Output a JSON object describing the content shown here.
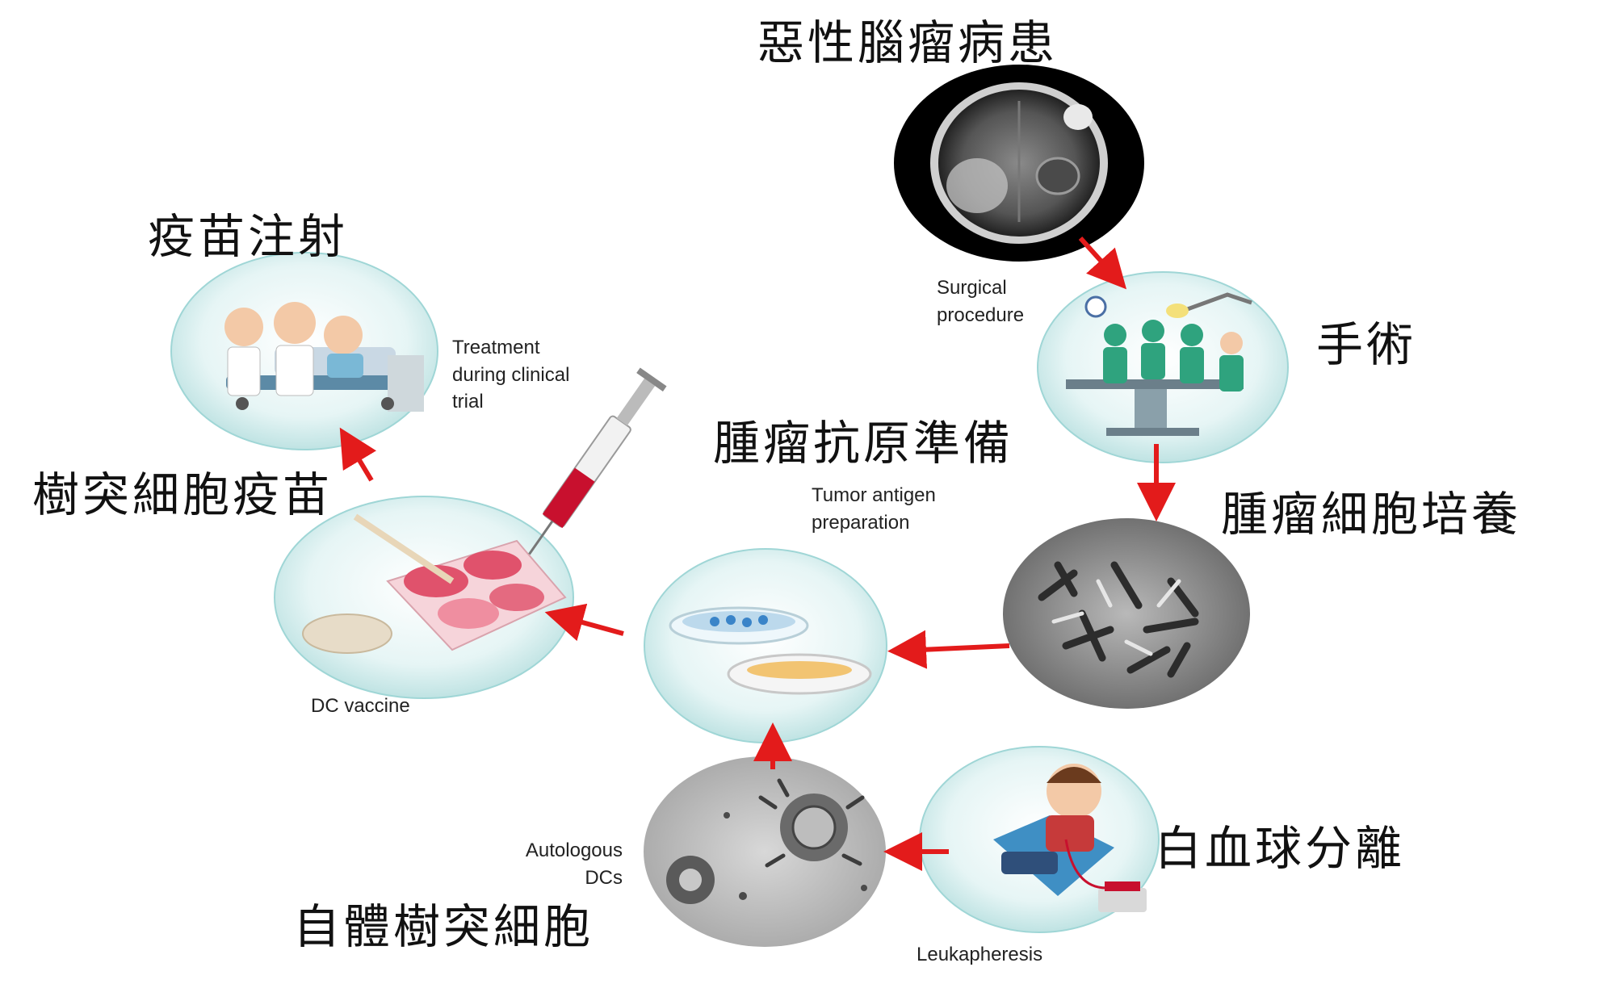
{
  "steps": {
    "patient": {
      "zh": "惡性腦瘤病患",
      "en": ""
    },
    "surgery": {
      "zh": "手術",
      "en": "Surgical\nprocedure"
    },
    "culture": {
      "zh": "腫瘤細胞培養",
      "en": ""
    },
    "antigen": {
      "zh": "腫瘤抗原準備",
      "en": "Tumor antigen\npreparation"
    },
    "dcvaccine": {
      "zh": "樹突細胞疫苗",
      "en": "DC vaccine"
    },
    "injection": {
      "zh": "疫苗注射",
      "en": "Treatment\nduring clinical\ntrial"
    },
    "leuka": {
      "zh": "白血球分離",
      "en": "Leukapheresis"
    },
    "autodc": {
      "zh": "自體樹突細胞",
      "en": "Autologous\nDCs"
    }
  },
  "colors": {
    "arrow": "#e31b1b",
    "circle_fill": "#e3f3f3",
    "circle_edge": "#8fcfcf",
    "micro_dark": "#3c3c3c",
    "micro_light": "#cfcfcf",
    "scrub": "#2fa37e",
    "blood": "#c8102e"
  },
  "icons": [
    "brain-mri-icon",
    "surgery-team-icon",
    "cell-culture-icon",
    "petri-dish-icon",
    "well-plate-syringe-icon",
    "hospital-bed-icon",
    "blood-donor-icon",
    "dendritic-cell-icon"
  ]
}
